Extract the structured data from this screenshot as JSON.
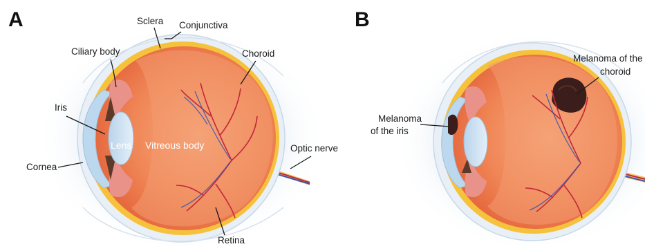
{
  "panels": {
    "a": {
      "letter": "A",
      "labels": {
        "sclera": "Sclera",
        "conjunctiva": "Conjunctiva",
        "ciliary_body": "Ciliary body",
        "choroid": "Choroid",
        "iris": "Iris",
        "lens": "Lens",
        "vitreous_body": "Vitreous body",
        "optic_nerve": "Optic nerve",
        "cornea": "Cornea",
        "retina": "Retina"
      }
    },
    "b": {
      "letter": "B",
      "labels": {
        "melanoma_choroid_line1": "Melanoma of the",
        "melanoma_choroid_line2": "choroid",
        "melanoma_iris_line1": "Melanoma",
        "melanoma_iris_line2": "of the iris"
      }
    }
  },
  "colors": {
    "globe": "#ef7a4f",
    "globe_inner": "#f4a07a",
    "sclera": "#e8eff6",
    "choroid": "#f6c23c",
    "iris_pink": "#e9928a",
    "lens": "#cfe3f4",
    "cornea": "#bcd8ee",
    "vessel": "#c2283a",
    "nerve_blue": "#3a55b0",
    "melanoma": "#3b1e1b"
  },
  "icons": {
    "eye_a": "eye-cross-section",
    "eye_b": "eye-cross-section-with-melanoma"
  }
}
